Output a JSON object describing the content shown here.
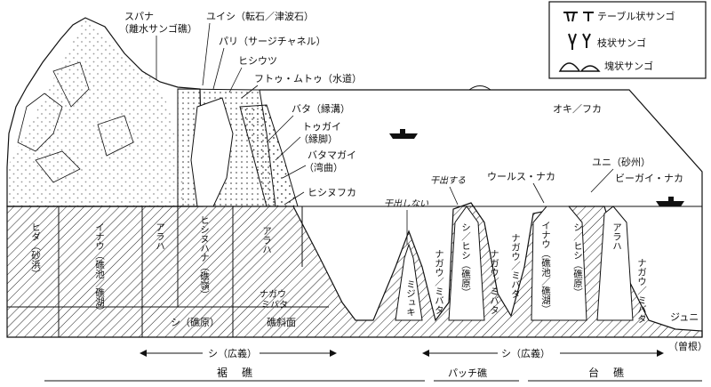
{
  "legend": {
    "table_coral": "テーブル状サンゴ",
    "branching_coral": "枝状サンゴ",
    "massive_coral": "塊状サンゴ"
  },
  "top_labels": {
    "supana": "スパナ",
    "supana_sub": "（離水サンゴ礁）",
    "yuishi": "ユイシ（転石／津波石）",
    "pari": "パリ（サージチャネル）",
    "hishiutsu": "ヒシウツ",
    "futu_mutu": "フトゥ・ムトゥ（水道）",
    "bata": "バタ（縁溝）",
    "tougai": "トゥガイ",
    "tougai_sub": "（縁脚）",
    "batamagai": "バタマガイ",
    "batamagai_sub": "（湾曲）",
    "hishinufuka": "ヒシヌフカ",
    "oki_fuka": "オキ／フカ",
    "hidashinai": "干出しない",
    "hidasuru": "干出する",
    "urusu_naka": "ウールス・ナカ",
    "yuni": "ユニ（砂州）",
    "biigai_naka": "ビーガイ・ナカ"
  },
  "columns": {
    "hida": "ヒダ（砂浜）",
    "inau1": "イナウ（礁池／礁湖）",
    "araha1": "アラハ",
    "hishinuhana": "ヒシヌハナ（礁嶺）",
    "araha2": "アラハ",
    "nagau_mibata1": "ナガウ",
    "nagau_mibata1b": "ミバタ",
    "shi_genbara": "シ（礁原）",
    "reef_slope": "礁斜面",
    "mijuki": "ミジュキ",
    "nagau_mibata2": "ナガウ／ミバタ",
    "shi_hin1": "シ／ヒシ（礁原）",
    "nagau_mibata3": "ナガウ／ミバタ",
    "nagau_mibata4": "ナガウ／ミバタ",
    "inau2": "イナウ（礁池／礁湖）",
    "shi_hin2": "シ／ヒシ（礁原）",
    "araha3": "アラハ",
    "nagau_mibata5": "ナガウ／ミバタ",
    "juni": "ジュニ",
    "sone": "（曽根）"
  },
  "bottom": {
    "shi_kougi1": "シ（広義）",
    "shi_kougi2": "シ（広義）",
    "kyosho": "裾　礁",
    "patch": "パッチ礁",
    "daisho": "台　礁"
  }
}
